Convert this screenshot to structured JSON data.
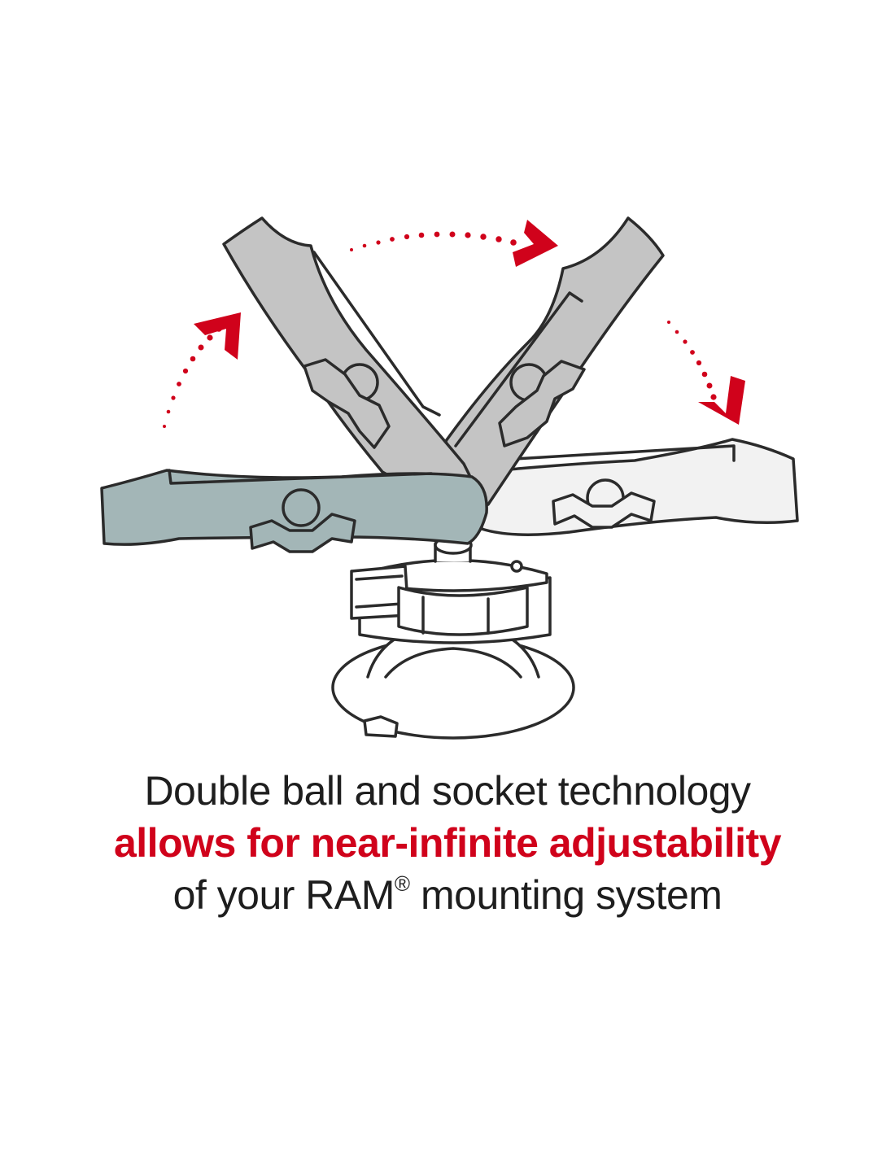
{
  "caption": {
    "line1": "Double ball and socket technology",
    "line2": "allows for near-infinite adjustability",
    "line3_before": "of your RAM",
    "line3_mark": "®",
    "line3_after": " mounting system"
  },
  "colors": {
    "accent": "#d0021b",
    "text": "#1e1e1e",
    "outline": "#2b2b2b",
    "arm_front": "#a3b6b7",
    "arm_back": "#c4c4c4",
    "arm_light": "#f2f2f2"
  },
  "icons": {
    "arrow": "chevron-arrow-icon",
    "knob": "knob-icon",
    "mount": "suction-cup-icon"
  }
}
